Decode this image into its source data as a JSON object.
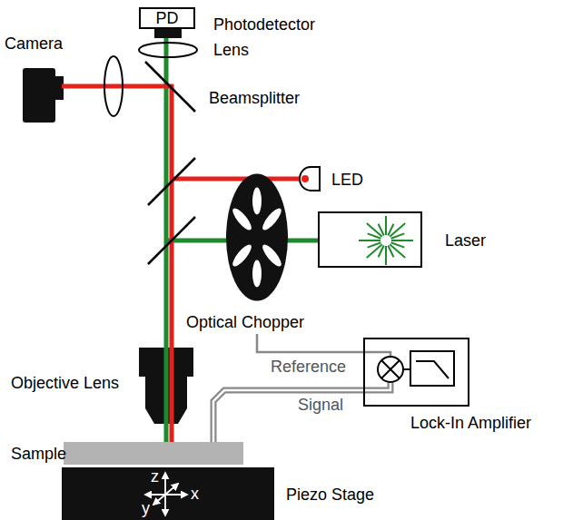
{
  "diagram": {
    "nodes": [
      {
        "text": [
          "PD",
          "Photodetector"
        ]
      },
      {
        "text": [
          "Laser"
        ]
      },
      {
        "text": [
          "Optical Chopper"
        ]
      },
      {
        "text": [
          "Lock-In Amplifier"
        ]
      },
      {
        "text": [
          "Sample"
        ]
      },
      {
        "text": [
          "Piezo Stage"
        ]
      }
    ],
    "edges": [
      {
        "from": 2,
        "to": 3,
        "label": "Reference",
        "arrow": "none"
      },
      {
        "from": 4,
        "to": 3,
        "label": "Signal",
        "arrow": "none"
      }
    ],
    "labels": [
      "Lens",
      "Camera",
      "Beamsplitter",
      "LED",
      "Objective Lens",
      "z",
      "x",
      "y"
    ]
  }
}
